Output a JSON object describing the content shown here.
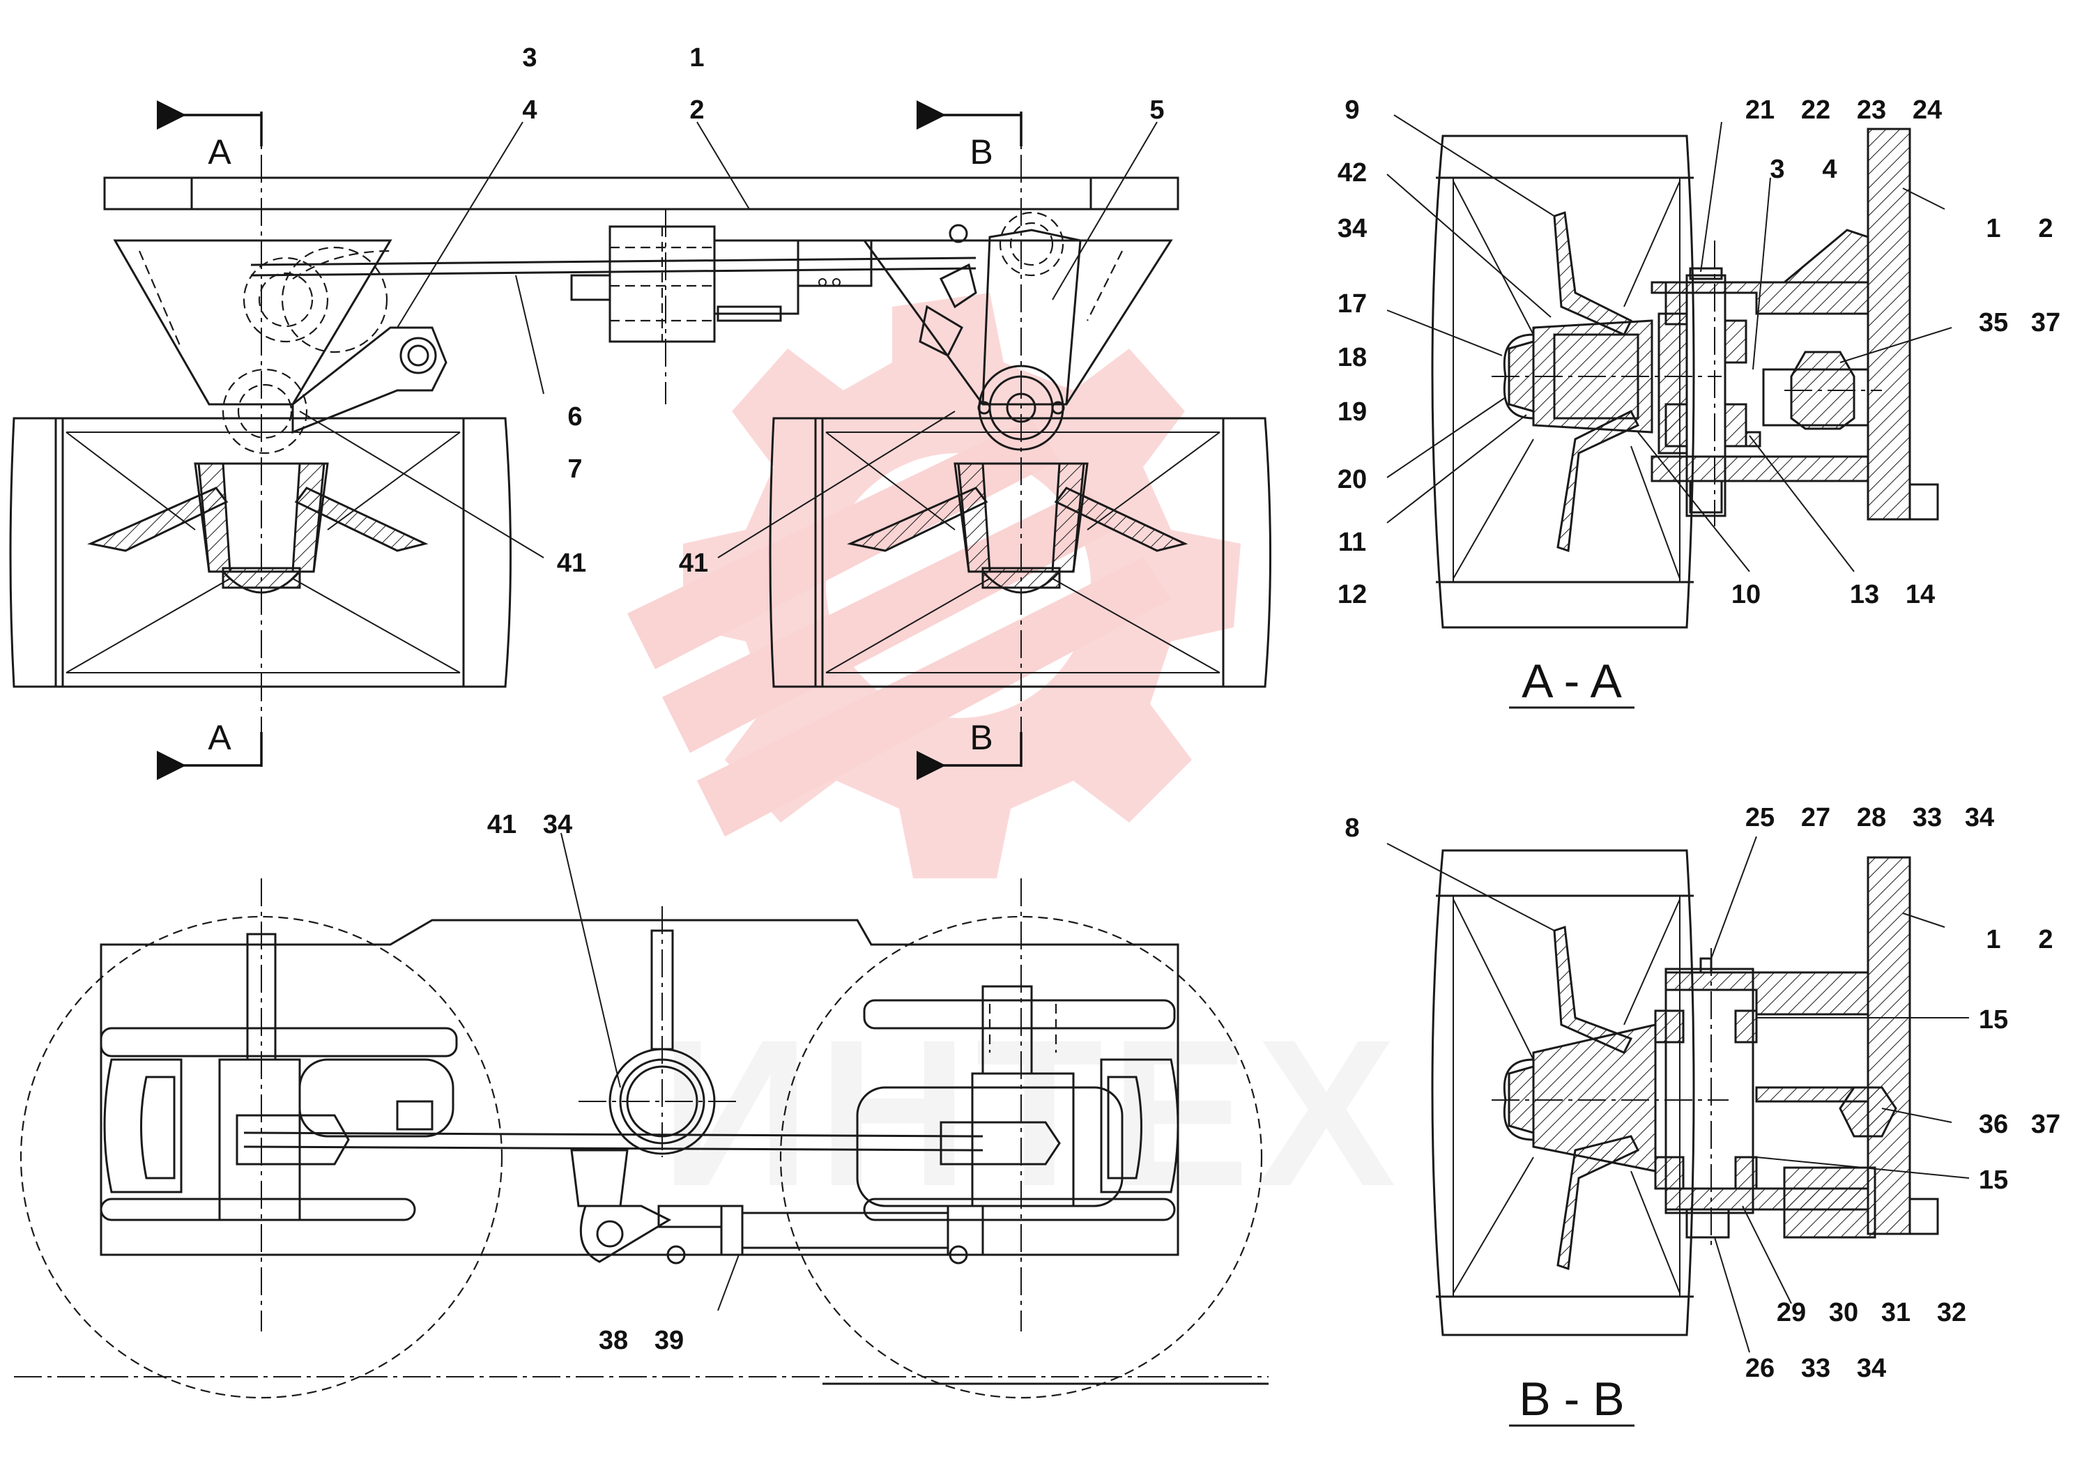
{
  "labels": {
    "front": [
      "3",
      "1",
      "4",
      "2",
      "5",
      "6",
      "7",
      "41",
      "41"
    ],
    "plan": [
      "41",
      "34",
      "38",
      "39"
    ],
    "aa": [
      "9",
      "21",
      "22",
      "23",
      "24",
      "42",
      "3",
      "4",
      "34",
      "1",
      "2",
      "17",
      "35",
      "37",
      "18",
      "19",
      "20",
      "11",
      "10",
      "13",
      "14",
      "12"
    ],
    "bb": [
      "8",
      "25",
      "27",
      "28",
      "33",
      "34",
      "1",
      "2",
      "15",
      "36",
      "37",
      "15",
      "29",
      "30",
      "31",
      "32",
      "26",
      "33",
      "34"
    ]
  },
  "sections": {
    "a_top": "A",
    "a_bottom": "A",
    "b_top": "B",
    "b_bottom": "B"
  },
  "titles": {
    "aa": "A - A",
    "bb": "B - B"
  },
  "watermark": {
    "text": "ИНТЕХ",
    "color": "#f4a0a0"
  }
}
